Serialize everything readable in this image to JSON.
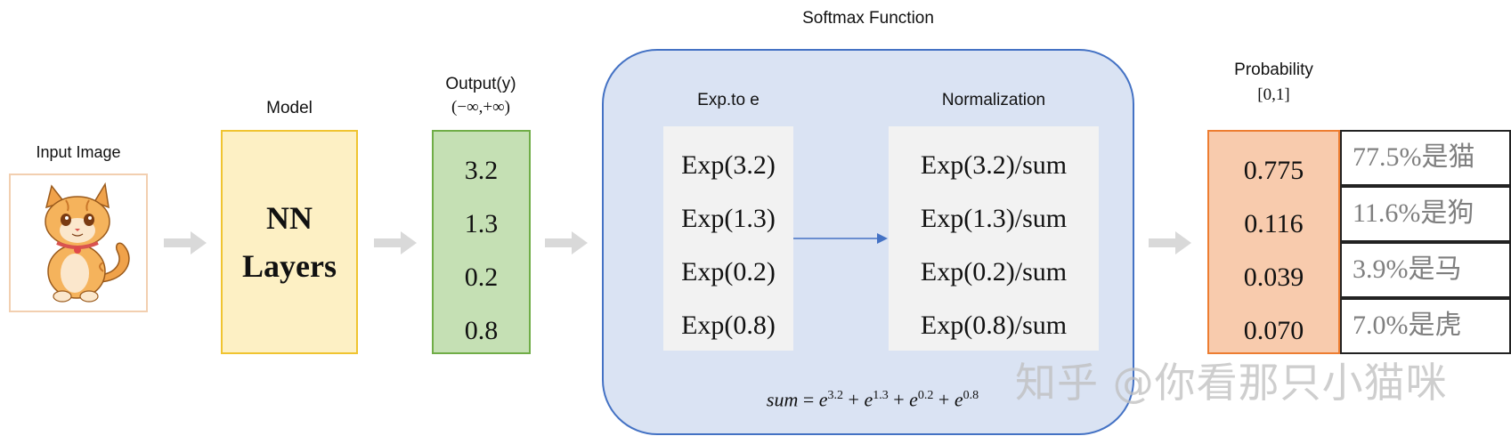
{
  "title": "Softmax Function",
  "input": {
    "label": "Input Image"
  },
  "model": {
    "label": "Model",
    "line1": "NN",
    "line2": "Layers"
  },
  "output": {
    "label": "Output(y)",
    "range": "(−∞,+∞)",
    "values": [
      "3.2",
      "1.3",
      "0.2",
      "0.8"
    ]
  },
  "softmax": {
    "exp_label": "Exp.to e",
    "norm_label": "Normalization",
    "exp_rows": [
      "Exp(3.2)",
      "Exp(1.3)",
      "Exp(0.2)",
      "Exp(0.8)"
    ],
    "norm_rows": [
      "Exp(3.2)/sum",
      "Exp(1.3)/sum",
      "Exp(0.2)/sum",
      "Exp(0.8)/sum"
    ],
    "formula": {
      "lhs": "sum",
      "eq": " = ",
      "base": "e",
      "plus": " + ",
      "exponents": [
        "3.2",
        "1.3",
        "0.2",
        "0.8"
      ]
    }
  },
  "probability": {
    "label": "Probability",
    "range": "[0,1]",
    "values": [
      "0.775",
      "0.116",
      "0.039",
      "0.070"
    ],
    "percent": [
      "77.5%是猫",
      "11.6%是狗",
      "3.9%是马",
      "7.0%是虎"
    ]
  },
  "watermark": "知乎 @你看那只小猫咪",
  "colors": {
    "model_fill": "#fdf0c4",
    "model_border": "#f0c430",
    "output_fill": "#c5e0b4",
    "output_border": "#70ad47",
    "softmax_fill": "#dae3f3",
    "softmax_border": "#4472c4",
    "prob_fill": "#f8cbad",
    "prob_border": "#ed7d31",
    "arrow_gray": "#d9d9d9",
    "arrow_blue": "#4472c4"
  }
}
